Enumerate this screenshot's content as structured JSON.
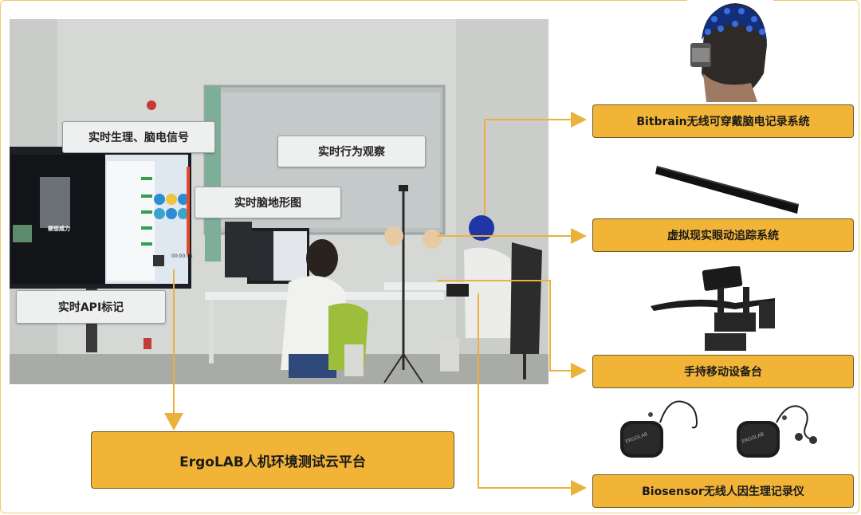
{
  "photo_labels": {
    "physio_eeg": "实时生理、脑电信号",
    "behavior": "实时行为观察",
    "topography": "实时脑地形图",
    "api_marker": "实时API标记"
  },
  "screen_text": {
    "main_caption": "梗想威力",
    "monitor_time": "00:00:01"
  },
  "systems": {
    "eeg": "Bitbrain无线可穿戴脑电记录系统",
    "eyetracking": "虚拟现实眼动追踪系统",
    "mobile_stand": "手持移动设备台",
    "biosensor": "Biosensor无线人因生理记录仪"
  },
  "platform": "ErgoLAB人机环境测试云平台",
  "device_brand": "ERGOLAB",
  "colors": {
    "accent": "#f2b437",
    "arrow": "#eab23a",
    "border": "#6b5a2a"
  }
}
